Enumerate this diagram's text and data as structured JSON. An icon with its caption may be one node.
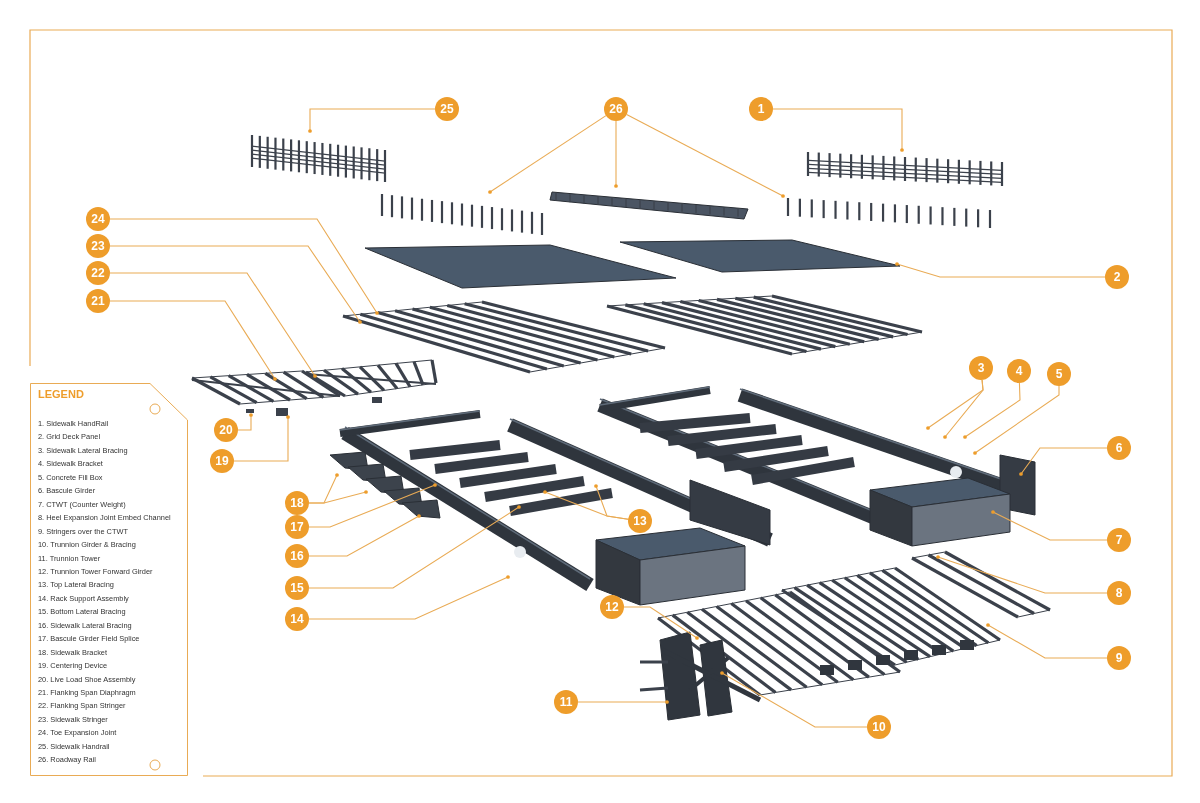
{
  "diagram": {
    "nodes": [
      {
        "text": [
          "25"
        ]
      },
      {
        "text": [
          "26"
        ]
      },
      {
        "text": [
          "1"
        ]
      },
      {
        "text": [
          "24"
        ]
      },
      {
        "text": [
          "23"
        ]
      },
      {
        "text": [
          "2"
        ]
      },
      {
        "text": [
          "22"
        ]
      },
      {
        "text": [
          "21"
        ]
      },
      {
        "text": [
          "3"
        ]
      },
      {
        "text": [
          "4"
        ]
      },
      {
        "text": [
          "5"
        ]
      },
      {
        "text": [
          "20"
        ]
      },
      {
        "text": [
          "6"
        ]
      },
      {
        "text": [
          "19"
        ]
      },
      {
        "text": [
          "18"
        ]
      },
      {
        "text": [
          "13"
        ]
      },
      {
        "text": [
          "17"
        ]
      },
      {
        "text": [
          "7"
        ]
      },
      {
        "text": [
          "16"
        ]
      },
      {
        "text": [
          "8"
        ]
      },
      {
        "text": [
          "15"
        ]
      },
      {
        "text": [
          "14"
        ]
      },
      {
        "text": [
          "12"
        ]
      },
      {
        "text": [
          "9"
        ]
      },
      {
        "text": [
          "11"
        ]
      },
      {
        "text": [
          "10"
        ]
      },
      {
        "text": [
          "LEGEND",
          "1. Sidewalk HandRail",
          "2. Grid Deck Panel",
          "3. Sidewalk Lateral Bracing",
          "4. Sidewalk Bracket",
          "5. Concrete Fill Box",
          "6. Bascule Girder",
          "7. CTWT (Counter Weight)",
          "8. Heel Expansion Joint Embed Channel",
          "9. Stringers over the CTWT",
          "10. Trunnion Girder & Bracing",
          "11. Trunnion Tower",
          "12. Trunnion Tower Forward Girder",
          "13. Top Lateral Bracing",
          "14. Rack Support Assembly",
          "15. Bottom Lateral Bracing",
          "16. Sidewalk Lateral Bracing",
          "17. Bascule Girder Field Splice",
          "18. Sidewalk Bracket",
          "19. Centering Device",
          "20. Live Load Shoe Assembly",
          "21. Flanking Span Diaphragm",
          "22. Flanking Span Stringer",
          "23. Sidewalk Stringer",
          "24. Toe Expansion Joint",
          "25. Sidewalk Handrail",
          "26. Roadway Rail"
        ]
      }
    ],
    "edges": [
      {
        "from": 0,
        "to": null,
        "arrow": "other"
      },
      {
        "from": 1,
        "to": null,
        "arrow": "other"
      },
      {
        "from": 1,
        "to": null,
        "arrow": "other"
      },
      {
        "from": 1,
        "to": null,
        "arrow": "other"
      },
      {
        "from": 2,
        "to": null,
        "arrow": "other"
      },
      {
        "from": 3,
        "to": null,
        "arrow": "other"
      },
      {
        "from": 4,
        "to": null,
        "arrow": "other"
      },
      {
        "from": 5,
        "to": null,
        "arrow": "other"
      },
      {
        "from": 6,
        "to": null,
        "arrow": "other"
      },
      {
        "from": 7,
        "to": null,
        "arrow": "other"
      },
      {
        "from": 8,
        "to": null,
        "arrow": "other"
      },
      {
        "from": 8,
        "to": null,
        "arrow": "other"
      },
      {
        "from": 9,
        "to": null,
        "arrow": "other"
      },
      {
        "from": 10,
        "to": null,
        "arrow": "other"
      },
      {
        "from": 11,
        "to": null,
        "arrow": "other"
      },
      {
        "from": 12,
        "to": null,
        "arrow": "other"
      },
      {
        "from": 13,
        "to": null,
        "arrow": "other"
      },
      {
        "from": 14,
        "to": null,
        "arrow": "other"
      },
      {
        "from": 14,
        "to": null,
        "arrow": "other"
      },
      {
        "from": 15,
        "to": null,
        "arrow": "other"
      },
      {
        "from": 15,
        "to": null,
        "arrow": "other"
      },
      {
        "from": 16,
        "to": null,
        "arrow": "other"
      },
      {
        "from": 17,
        "to": null,
        "arrow": "other"
      },
      {
        "from": 18,
        "to": null,
        "arrow": "other"
      },
      {
        "from": 19,
        "to": null,
        "arrow": "other"
      },
      {
        "from": 20,
        "to": null,
        "arrow": "other"
      },
      {
        "from": 21,
        "to": null,
        "arrow": "other"
      },
      {
        "from": 22,
        "to": null,
        "arrow": "other"
      },
      {
        "from": 23,
        "to": null,
        "arrow": "other"
      },
      {
        "from": 24,
        "to": null,
        "arrow": "other"
      },
      {
        "from": 25,
        "to": null,
        "arrow": "other"
      }
    ]
  }
}
